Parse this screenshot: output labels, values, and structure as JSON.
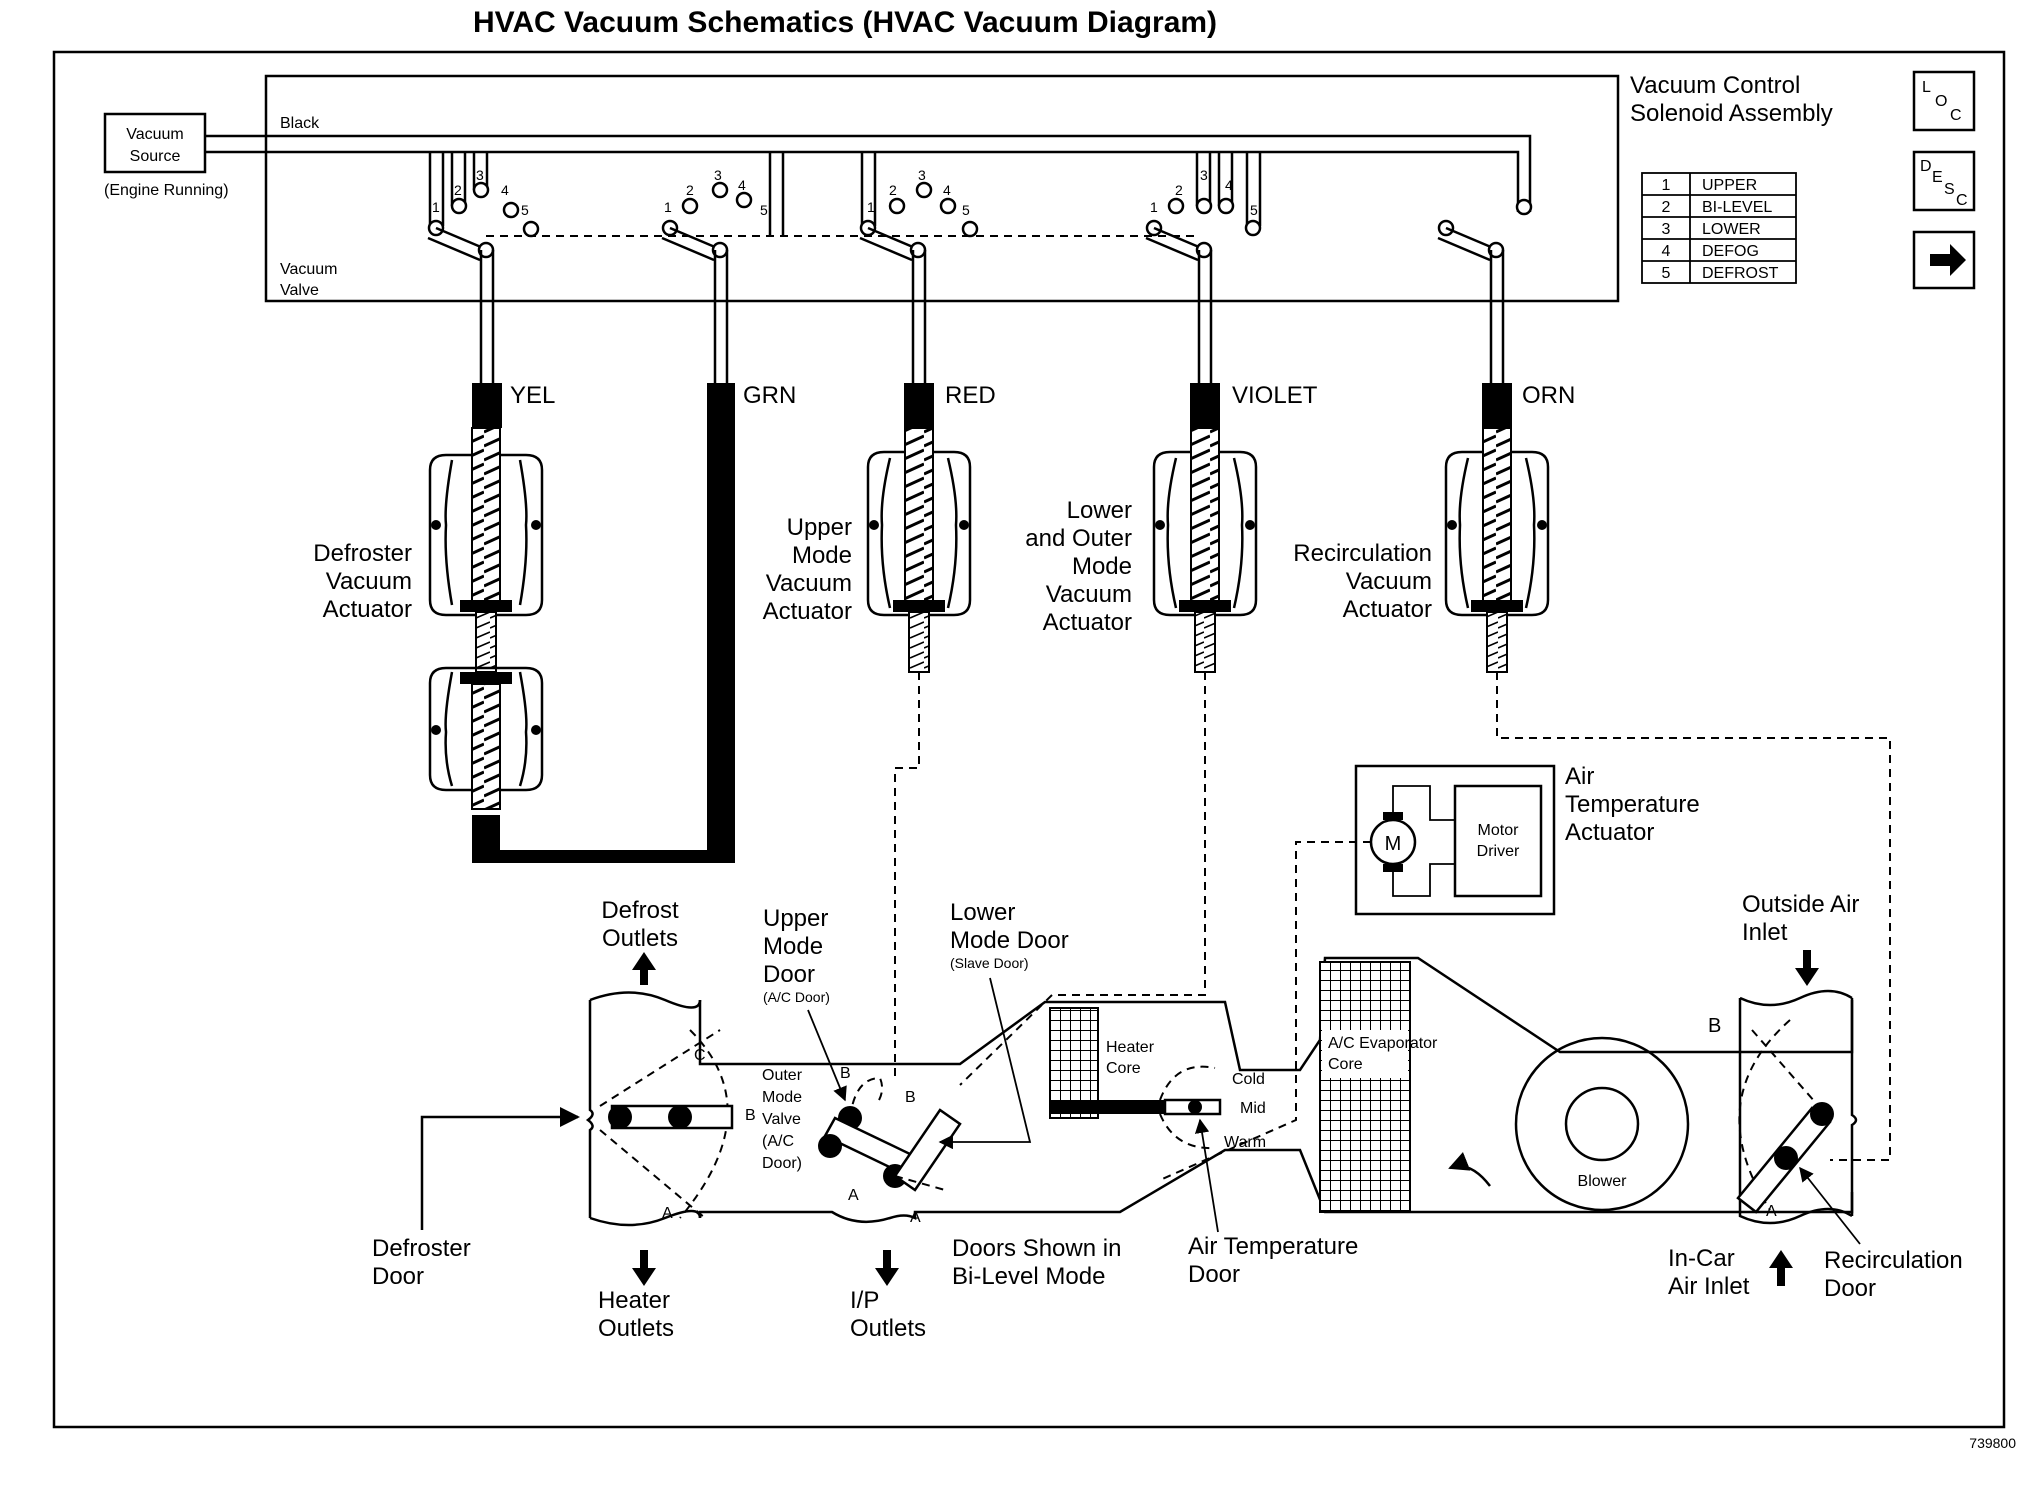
{
  "title": "HVAC Vacuum Schematics (HVAC Vacuum Diagram)",
  "figure_id": "739800",
  "nav": {
    "loc_icon": "loc-icon",
    "loc_letters": [
      "L",
      "O",
      "C"
    ],
    "desc_icon": "desc-icon",
    "desc_letters": [
      "D",
      "E",
      "S",
      "C"
    ],
    "next_icon": "arrow-right-icon"
  },
  "solenoid": {
    "title_line1": "Vacuum Control",
    "title_line2": "Solenoid Assembly",
    "source_line1": "Vacuum",
    "source_line2": "Source",
    "source_note": "(Engine Running)",
    "black_label": "Black",
    "valve_line1": "Vacuum",
    "valve_line2": "Valve"
  },
  "mode_table": [
    {
      "num": "1",
      "mode": "UPPER"
    },
    {
      "num": "2",
      "mode": "BI-LEVEL"
    },
    {
      "num": "3",
      "mode": "LOWER"
    },
    {
      "num": "4",
      "mode": "DEFOG"
    },
    {
      "num": "5",
      "mode": "DEFROST"
    }
  ],
  "port_numbers": [
    "1",
    "2",
    "3",
    "4",
    "5"
  ],
  "hoses": {
    "yel": "YEL",
    "grn": "GRN",
    "red": "RED",
    "violet": "VIOLET",
    "orn": "ORN"
  },
  "actuators": {
    "defroster": [
      "Defroster",
      "Vacuum",
      "Actuator"
    ],
    "upper": [
      "Upper",
      "Mode",
      "Vacuum",
      "Actuator"
    ],
    "lower": [
      "Lower",
      "and Outer",
      "Mode",
      "Vacuum",
      "Actuator"
    ],
    "recirc": [
      "Recirculation",
      "Vacuum",
      "Actuator"
    ]
  },
  "air_temp_actuator": {
    "label": [
      "Air",
      "Temperature",
      "Actuator"
    ],
    "motor_symbol": "M",
    "driver": [
      "Motor",
      "Driver"
    ]
  },
  "duct": {
    "defrost_outlets": [
      "Defrost",
      "Outlets"
    ],
    "heater_outlets": [
      "Heater",
      "Outlets"
    ],
    "defroster_door": [
      "Defroster",
      "Door"
    ],
    "upper_mode_door": [
      "Upper",
      "Mode",
      "Door"
    ],
    "upper_mode_door_note": "(A/C Door)",
    "outer_mode_valve": [
      "Outer",
      "Mode",
      "Valve",
      "(A/C",
      "Door)"
    ],
    "lower_mode_door": [
      "Lower",
      "Mode Door"
    ],
    "lower_mode_door_note": "(Slave Door)",
    "ip_outlets": [
      "I/P",
      "Outlets"
    ],
    "doors_shown": [
      "Doors Shown in",
      "Bi-Level Mode"
    ],
    "heater_core": [
      "Heater",
      "Core"
    ],
    "cold": "Cold",
    "mid": "Mid",
    "warm": "Warm",
    "air_temp_door": [
      "Air Temperature",
      "Door"
    ],
    "evaporator": [
      "A/C Evaporator",
      "Core"
    ],
    "blower": "Blower",
    "outside_air_inlet": [
      "Outside Air",
      "Inlet"
    ],
    "in_car_air_inlet": [
      "In-Car",
      "Air Inlet"
    ],
    "recirc_door": [
      "Recirculation",
      "Door"
    ],
    "letter_a": "A",
    "letter_b": "B",
    "letter_c": "C"
  }
}
